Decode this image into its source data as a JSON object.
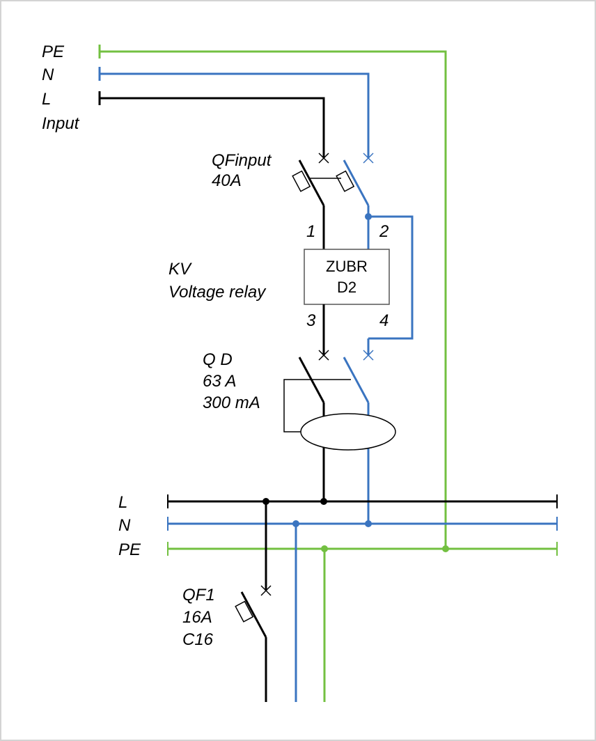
{
  "colors": {
    "phase": "#000000",
    "neutral": "#3a74c0",
    "earth": "#73c041",
    "box": "#555555"
  },
  "input": {
    "pe": "PE",
    "n": "N",
    "l": "L",
    "name": "Input"
  },
  "qf_input": {
    "name": "QFinput",
    "rating": "40A"
  },
  "kv": {
    "name": "KV",
    "desc": "Voltage relay",
    "model_line1": "ZUBR",
    "model_line2": "D2",
    "t1": "1",
    "t2": "2",
    "t3": "3",
    "t4": "4"
  },
  "qd": {
    "name": "Q D",
    "rating": "63 A",
    "leak": "300 mA"
  },
  "bus": {
    "l": "L",
    "n": "N",
    "pe": "PE"
  },
  "qf1": {
    "name": "QF1",
    "rating": "16A",
    "curve": "C16"
  }
}
